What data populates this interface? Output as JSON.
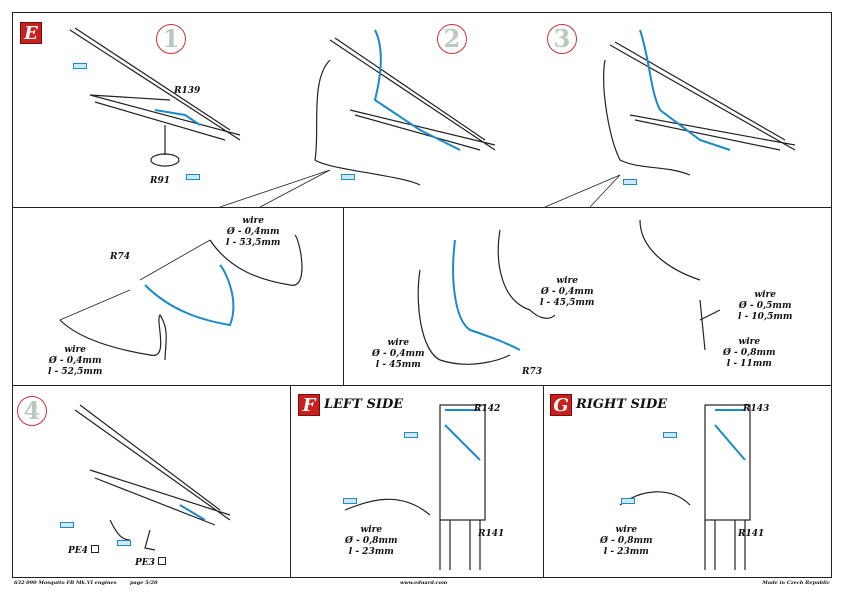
{
  "sections": {
    "E": "E",
    "F": "F",
    "G": "G"
  },
  "steps": [
    "1",
    "2",
    "3",
    "4"
  ],
  "section_f_title": "LEFT SIDE",
  "section_g_title": "RIGHT SIDE",
  "parts": {
    "r139": "R139",
    "r91": "R91",
    "r74": "R74",
    "r73": "R73",
    "r142": "R142",
    "r143": "R143",
    "r141a": "R141",
    "r141b": "R141",
    "pe4": "PE4",
    "pe3": "PE3"
  },
  "wires": {
    "a": {
      "label": "wire",
      "dia": "Ø - 0,4mm",
      "len": "l - 53,5mm"
    },
    "b": {
      "label": "wire",
      "dia": "Ø - 0,4mm",
      "len": "l - 52,5mm"
    },
    "c": {
      "label": "wire",
      "dia": "Ø - 0,4mm",
      "len": "l - 45,5mm"
    },
    "d": {
      "label": "wire",
      "dia": "Ø - 0,4mm",
      "len": "l - 45mm"
    },
    "e": {
      "label": "wire",
      "dia": "Ø - 0,5mm",
      "len": "l - 10,5mm"
    },
    "f": {
      "label": "wire",
      "dia": "Ø - 0,8mm",
      "len": "l - 11mm"
    },
    "g": {
      "label": "wire",
      "dia": "Ø - 0,8mm",
      "len": "l - 23mm"
    },
    "h": {
      "label": "wire",
      "dia": "Ø - 0,8mm",
      "len": "l - 23mm"
    }
  },
  "footer": {
    "product": "632 090  Mosquito FB Mk.VI engines",
    "page": "page 5/20",
    "site": "www.eduard.com",
    "made": "Made in Czech Republic"
  },
  "colors": {
    "accent": "#c8201e",
    "wire_blue": "#1a8ac8"
  }
}
